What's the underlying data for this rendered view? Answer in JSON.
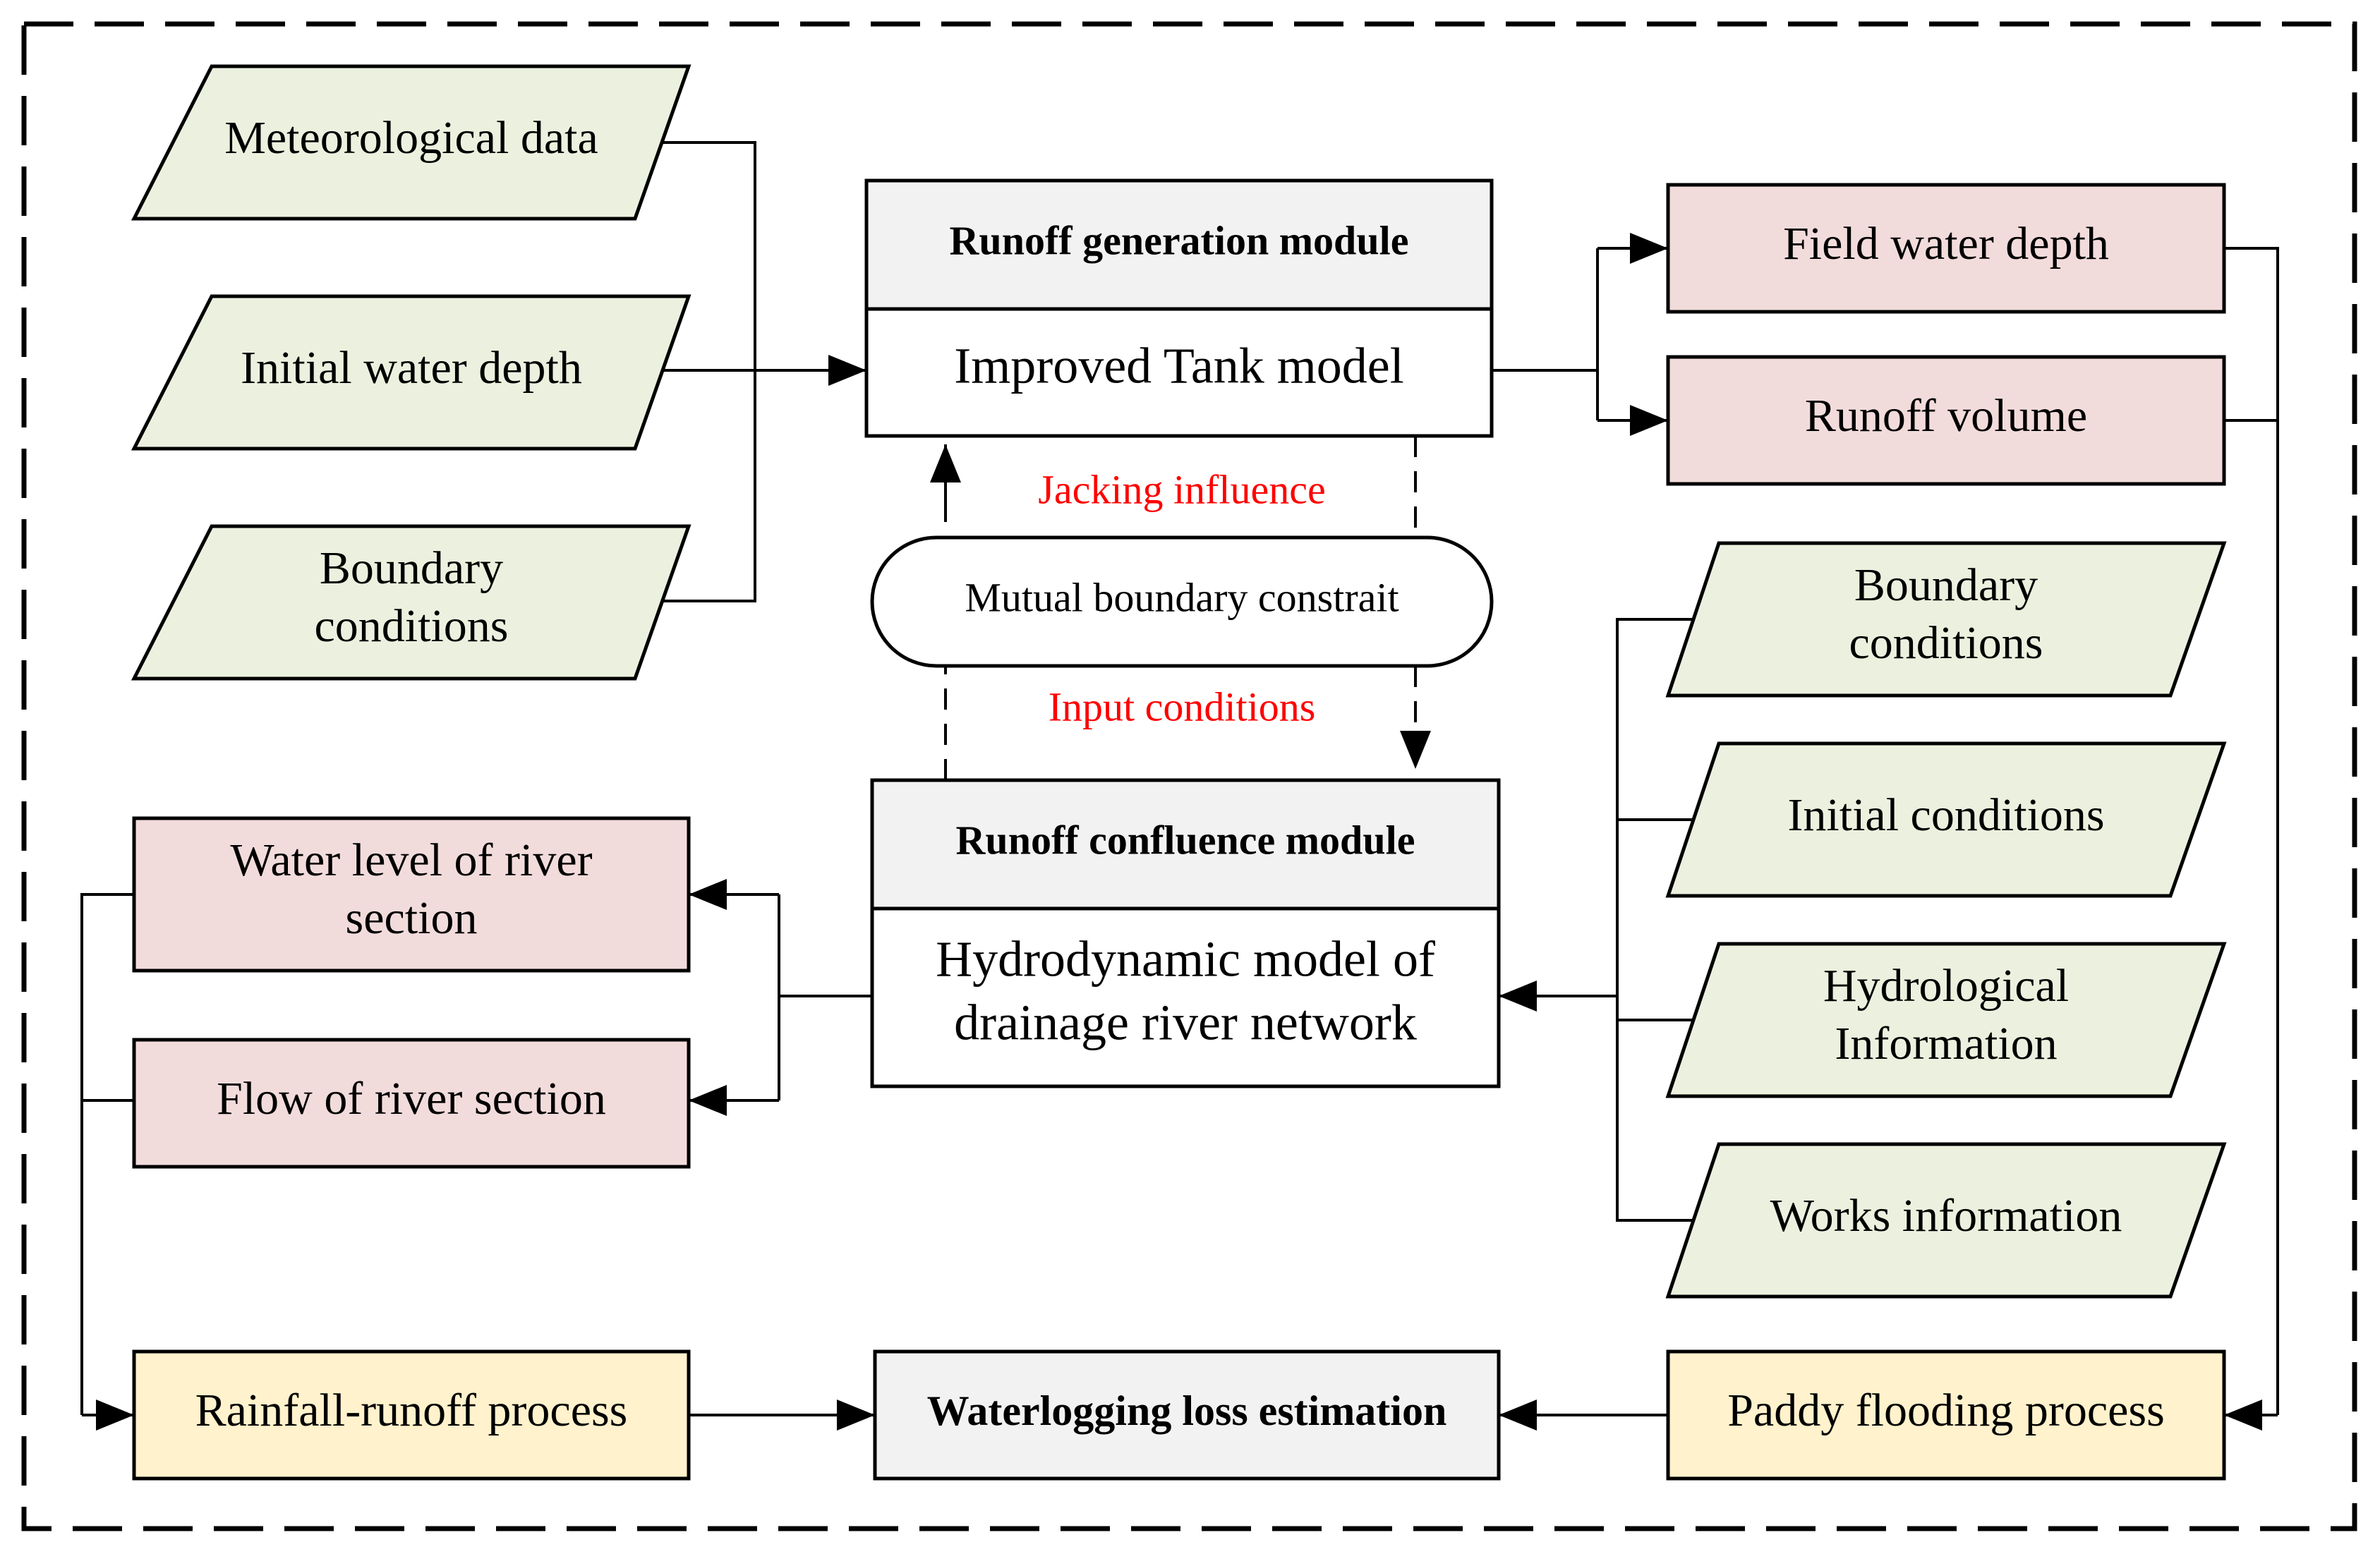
{
  "colors": {
    "input_fill": "#ebf1de",
    "output_fill": "#f2dcdb",
    "process_fill": "#fff2cc",
    "module_header_fill": "#f2f2f2",
    "line": "#000000",
    "annotation_red": "#ff0000"
  },
  "inputs_left": {
    "meteorological": "Meteorological data",
    "initial_depth": "Initial water depth",
    "boundary_line1": "Boundary",
    "boundary_line2": "conditions"
  },
  "generation_module": {
    "title": "Runoff generation module",
    "model": "Improved Tank model"
  },
  "outputs_right": {
    "field_depth": "Field water depth",
    "runoff_volume": "Runoff volume"
  },
  "constraint": {
    "label": "Mutual boundary constrait",
    "jacking": "Jacking influence",
    "input": "Input conditions"
  },
  "inputs_right": {
    "boundary_line1": "Boundary",
    "boundary_line2": "conditions",
    "initial": "Initial conditions",
    "hydrological_line1": "Hydrological",
    "hydrological_line2": "Information",
    "works": "Works information"
  },
  "confluence_module": {
    "title": "Runoff confluence module",
    "model_line1": "Hydrodynamic model of",
    "model_line2": "drainage river network"
  },
  "outputs_left": {
    "water_level_line1": "Water level of river",
    "water_level_line2": "section",
    "flow": "Flow of river section"
  },
  "bottom": {
    "rainfall": "Rainfall-runoff process",
    "loss": "Waterlogging loss estimation",
    "paddy": "Paddy flooding process"
  }
}
